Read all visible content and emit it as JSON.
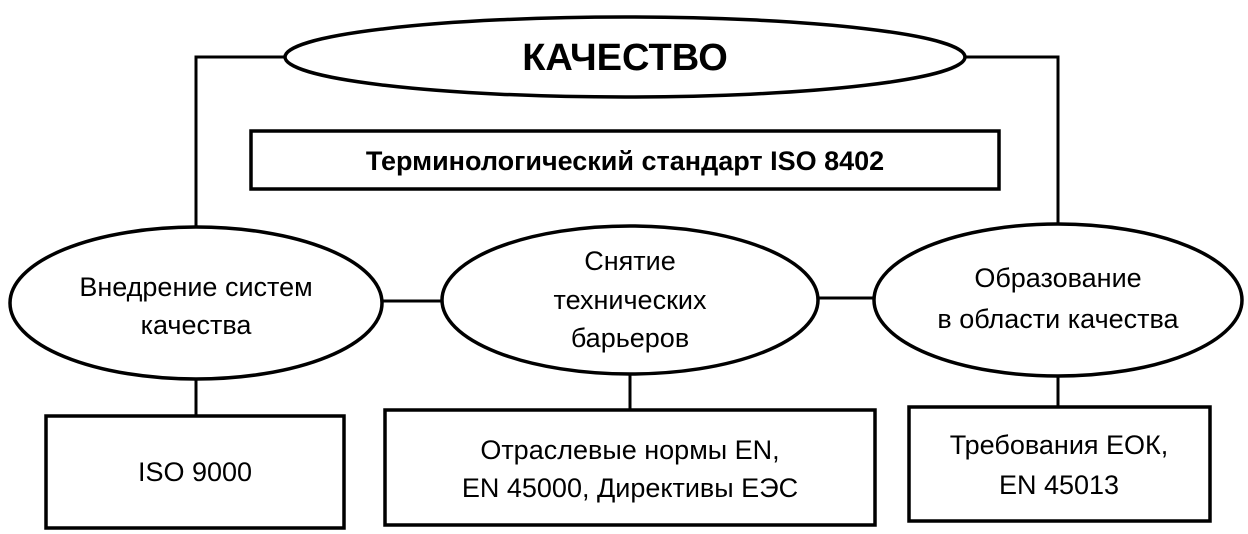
{
  "diagram": {
    "root": {
      "label": "КАЧЕСТВО"
    },
    "standard": {
      "label": "Терминологический стандарт ISO 8402"
    },
    "branches": [
      {
        "lines": [
          "Внедрение систем",
          "качества"
        ]
      },
      {
        "lines": [
          "Снятие",
          "технических",
          "барьеров"
        ]
      },
      {
        "lines": [
          "Образование",
          "в области качества"
        ]
      }
    ],
    "leaves": [
      {
        "lines": [
          "ISO 9000"
        ]
      },
      {
        "lines": [
          "Отраслевые нормы EN,",
          "EN 45000, Директивы ЕЭС"
        ]
      },
      {
        "lines": [
          "Требования ЕОК,",
          "EN 45013"
        ]
      }
    ]
  }
}
